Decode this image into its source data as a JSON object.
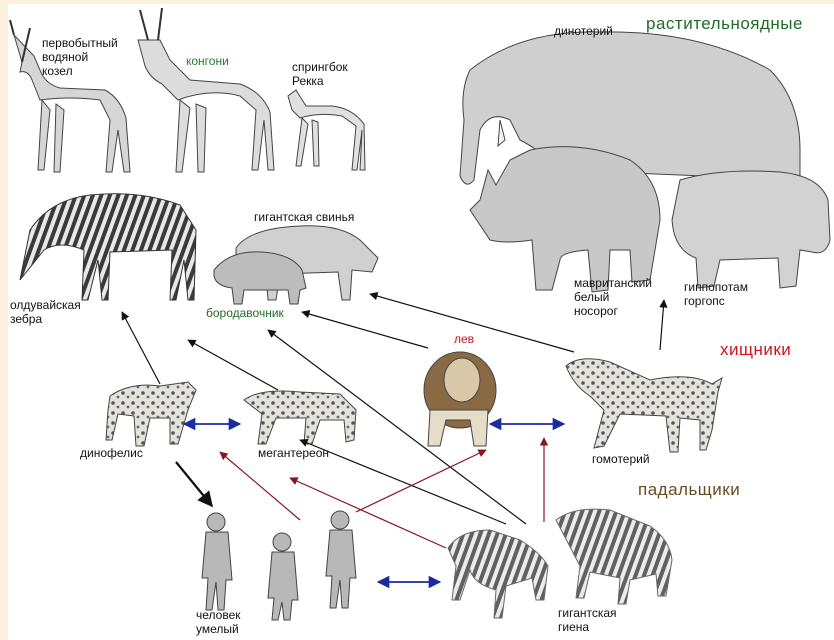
{
  "groups": {
    "herbivores": "растительноядные",
    "predators": "хищники",
    "scavengers": "падальщики"
  },
  "labels": {
    "waterbuck": "первобытный\nводяной\nкозел",
    "kongoni": "конгони",
    "springbok": "спрингбок\nРекка",
    "deinotherium": "динотерий",
    "zebra": "олдувайская\nзебра",
    "giant_pig": "гигантская свинья",
    "warthog": "бородавочник",
    "rhino": "мавританский\nбелый\nносорог",
    "hippo": "гиппопотам\nгоргопс",
    "lion": "лев",
    "dinofelis": "динофелис",
    "megantereon": "мегантерeон",
    "homotherium": "гомотерий",
    "homo": "человек\nумелый",
    "hyena": "гигантская\nгиена"
  },
  "colors": {
    "herbivores": "#1f6b2a",
    "predators": "#d2121e",
    "scavengers": "#6a4a24",
    "kongoni": "#2a7a2a",
    "warthog": "#1f6b2a",
    "lion": "#c0141c",
    "arrow_black": "#111111",
    "arrow_red": "#8a1520",
    "arrow_blue": "#1c2aa0",
    "animal_fill": "#d8d8d8",
    "animal_stroke": "#444444"
  }
}
